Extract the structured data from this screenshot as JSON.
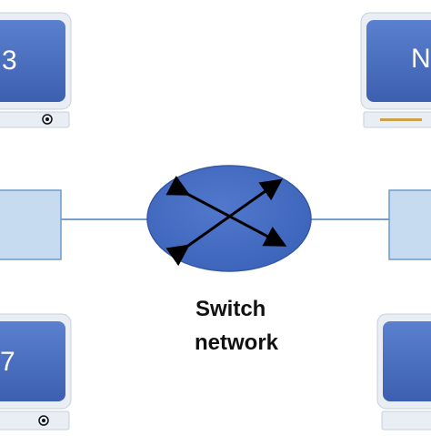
{
  "switch": {
    "label_line1": "Switch",
    "label_line2": "network"
  },
  "nodes": [
    {
      "id": "top-left",
      "label": "3"
    },
    {
      "id": "top-right",
      "label": "N"
    },
    {
      "id": "bottom-left",
      "label": "7"
    },
    {
      "id": "bottom-right",
      "label": ""
    }
  ],
  "colors": {
    "screen_fill": "#4a6fc0",
    "monitor_frame": "#e9edf4",
    "base_fill": "#e9edf4",
    "ellipse_fill": "#4169c2",
    "ellipse_stroke": "#3559a5",
    "box_fill": "#c6daf0",
    "box_stroke": "#6b9ac9",
    "line": "#4a7bbf",
    "arrow": "#000000"
  },
  "icons": {
    "monitor": "computer-monitor-icon",
    "switch": "switch-crossed-arrows-icon",
    "power": "power-button-icon"
  }
}
